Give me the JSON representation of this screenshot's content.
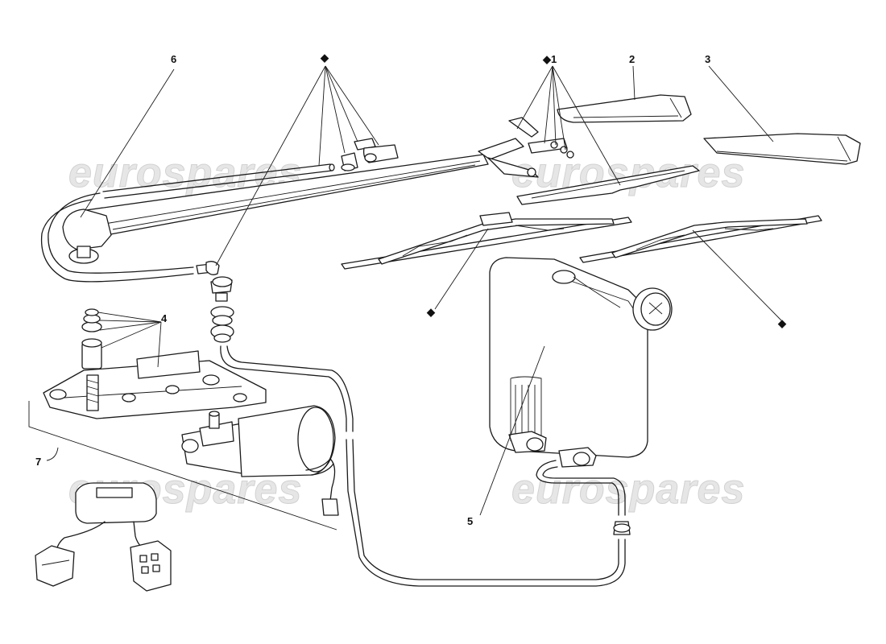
{
  "watermark_text": "eurospares",
  "callouts": {
    "c1": "◆1",
    "c2": "2",
    "c3": "3",
    "c4": "4",
    "c5": "5",
    "c6": "6",
    "c7": "7",
    "diamond_top": "◆",
    "diamond_mid": "◆",
    "diamond_right": "◆"
  }
}
